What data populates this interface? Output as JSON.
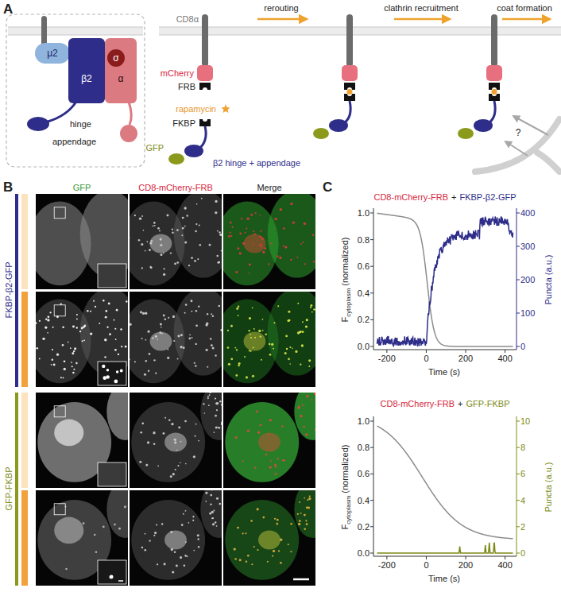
{
  "diagram": {
    "nodes": [
      {
        "text": [
          "μ2"
        ]
      },
      {
        "text": [
          "β2"
        ]
      },
      {
        "text": [
          "α"
        ]
      },
      {
        "text": [
          "σ"
        ],
        "in": 2
      }
    ],
    "labels": [
      "A",
      "hinge",
      "appendage",
      "rerouting",
      "clathrin recruitment",
      "coat formation",
      "CD8α",
      "mCherry",
      "FRB",
      "rapamycin",
      "FKBP",
      "GFP",
      "β2 hinge + appendage",
      "?",
      "B",
      "GFP",
      "CD8-mCherry-FRB",
      "Merge",
      "FKBP-β2-GFP",
      "GFP-FKBP",
      "C",
      "CD8-mCherry-FRB",
      "+",
      "FKBP-β2-GFP",
      "F",
      "cytoplasm",
      "(normalized)",
      "Puncta (a.u.)",
      "Time (s)",
      "1.0",
      "0.8",
      "0.6",
      "0.4",
      "0.2",
      "0.0",
      "0",
      "100",
      "200",
      "300",
      "400",
      "-200",
      "0",
      "200",
      "400",
      "CD8-mCherry-FRB",
      "+",
      "GFP-FKBP",
      "F",
      "cytoplasm",
      "(normalized)",
      "Puncta (a.u.)",
      "Time (s)",
      "1.0",
      "0.8",
      "0.6",
      "0.4",
      "0.2",
      "0.0",
      "0",
      "2",
      "4",
      "6",
      "8",
      "10",
      "-200",
      "0",
      "200",
      "400"
    ]
  }
}
